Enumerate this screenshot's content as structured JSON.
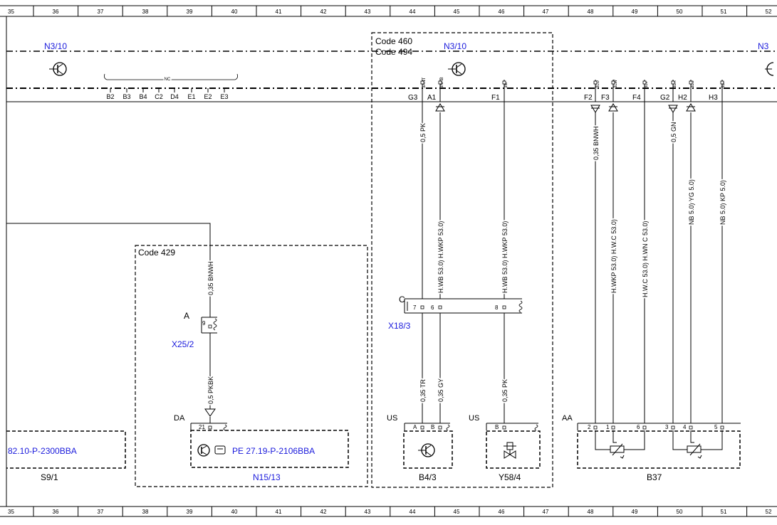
{
  "ruler": {
    "numbers": [
      "35",
      "36",
      "37",
      "38",
      "39",
      "40",
      "41",
      "42",
      "43",
      "44",
      "45",
      "46",
      "47",
      "48",
      "49",
      "50",
      "51",
      "52"
    ]
  },
  "modules": {
    "n3_10_left": "N3/10",
    "n3_10_mid": "N3/10",
    "n3_right": "N3",
    "code460": "Code 460",
    "code494": "Code 494",
    "code429": "Code 429",
    "nc": "NC"
  },
  "connector_pins": [
    "B2",
    "B3",
    "B4",
    "C2",
    "D4",
    "E1",
    "E2",
    "E3"
  ],
  "pins": {
    "g3": "G3",
    "a1": "A1",
    "f1": "F1",
    "f2": "F2",
    "f3": "F3",
    "f4": "F4",
    "g2": "G2",
    "h2": "H2",
    "h3": "H3",
    "sig_3ant": "3ANT",
    "sig_3nab": "3NAB",
    "sig_3m": "3M",
    "sig_3lu": "3LU",
    "sig_3lw": "3LW",
    "sig_3lv": "3LV",
    "sig_3lr": "3LR",
    "sig_3ls": "3LS",
    "sig_3lt": "3LT"
  },
  "wires": {
    "w_05pk_top": "0,5 PK",
    "w_035bnwh_top": "0,35 BNWH",
    "w_05gn": "0,5 GN",
    "w_035bnwh_left": "0,35 BNWH",
    "w_05pkbk": "0,5 PKBK",
    "w_035tr": "0,35 TR",
    "w_035gy": "0,35 GY",
    "w_035pk": "0,35 PK",
    "hw_wb_1": "H.WB 53.0) H.WKP 53.0)",
    "hw_wb_2": "H.WB 53.0) H.WKP 53.0)",
    "hw_kp": "H.WKP 53.0) H.W.C 53.0)",
    "hw_c": "H.W.C 53.0) H.WN C 53.0)",
    "nb_yg": "NB 5.0) YG 5.0)",
    "nb_kp": "NB 5.0) KP 5.0)"
  },
  "connectors": {
    "a": "A",
    "pin9": "9",
    "x25_2": "X25/2",
    "c": "C",
    "pin7": "7",
    "pin6": "6",
    "pin8": "8",
    "x18_3": "X18/3",
    "da": "DA",
    "pin21": "21",
    "us1": "US",
    "us2": "US",
    "aa": "AA",
    "pin_a": "A",
    "pin_b1": "B",
    "pin_b2": "B",
    "p2": "2",
    "p1": "1",
    "p6": "6",
    "p3": "3",
    "p4": "4",
    "p5": "5"
  },
  "components": {
    "s9_1": "S9/1",
    "ref_s9": "82.10-P-2300BBA",
    "n15_13": "N15/13",
    "ref_n15": "PE 27.19-P-2106BBA",
    "b4_3": "B4/3",
    "y58_4": "Y58/4",
    "b37": "B37"
  }
}
